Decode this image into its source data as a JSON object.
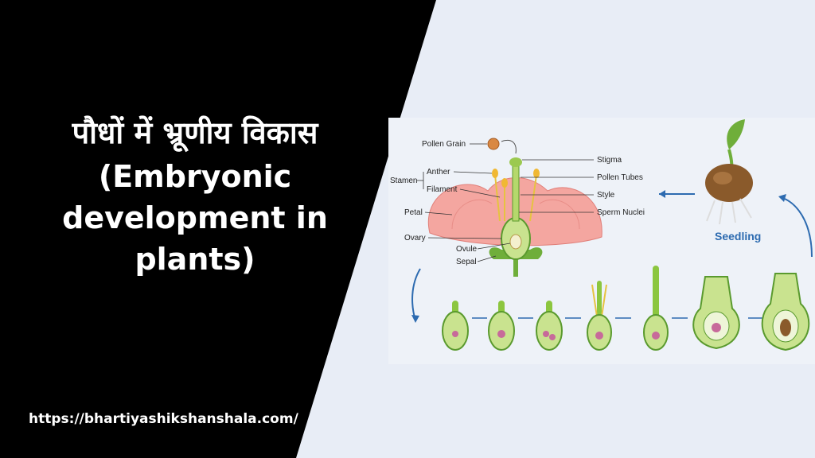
{
  "title": {
    "hindi": "पौधों में भ्रूणीय विकास",
    "english_line1": "(Embryonic",
    "english_line2": "development in",
    "english_line3": "plants)"
  },
  "website_url": "https://bhartiyashikshanshala.com/",
  "diagram": {
    "labels": {
      "pollen_grain": "Pollen Grain",
      "stamen": "Stamen",
      "anther": "Anther",
      "filament": "Filament",
      "petal": "Petal",
      "ovary": "Ovary",
      "ovule": "Ovule",
      "sepal": "Sepal",
      "stigma": "Stigma",
      "pollen_tubes": "Pollen Tubes",
      "style": "Style",
      "sperm_nuclei": "Sperm Nuclei",
      "seedling": "Seedling"
    },
    "colors": {
      "petal": "#f4a6a0",
      "plant_green": "#8cc63f",
      "dark_green": "#3d8b2f",
      "arrow_blue": "#2d6bb0",
      "seed_brown": "#8a5a2b"
    }
  }
}
